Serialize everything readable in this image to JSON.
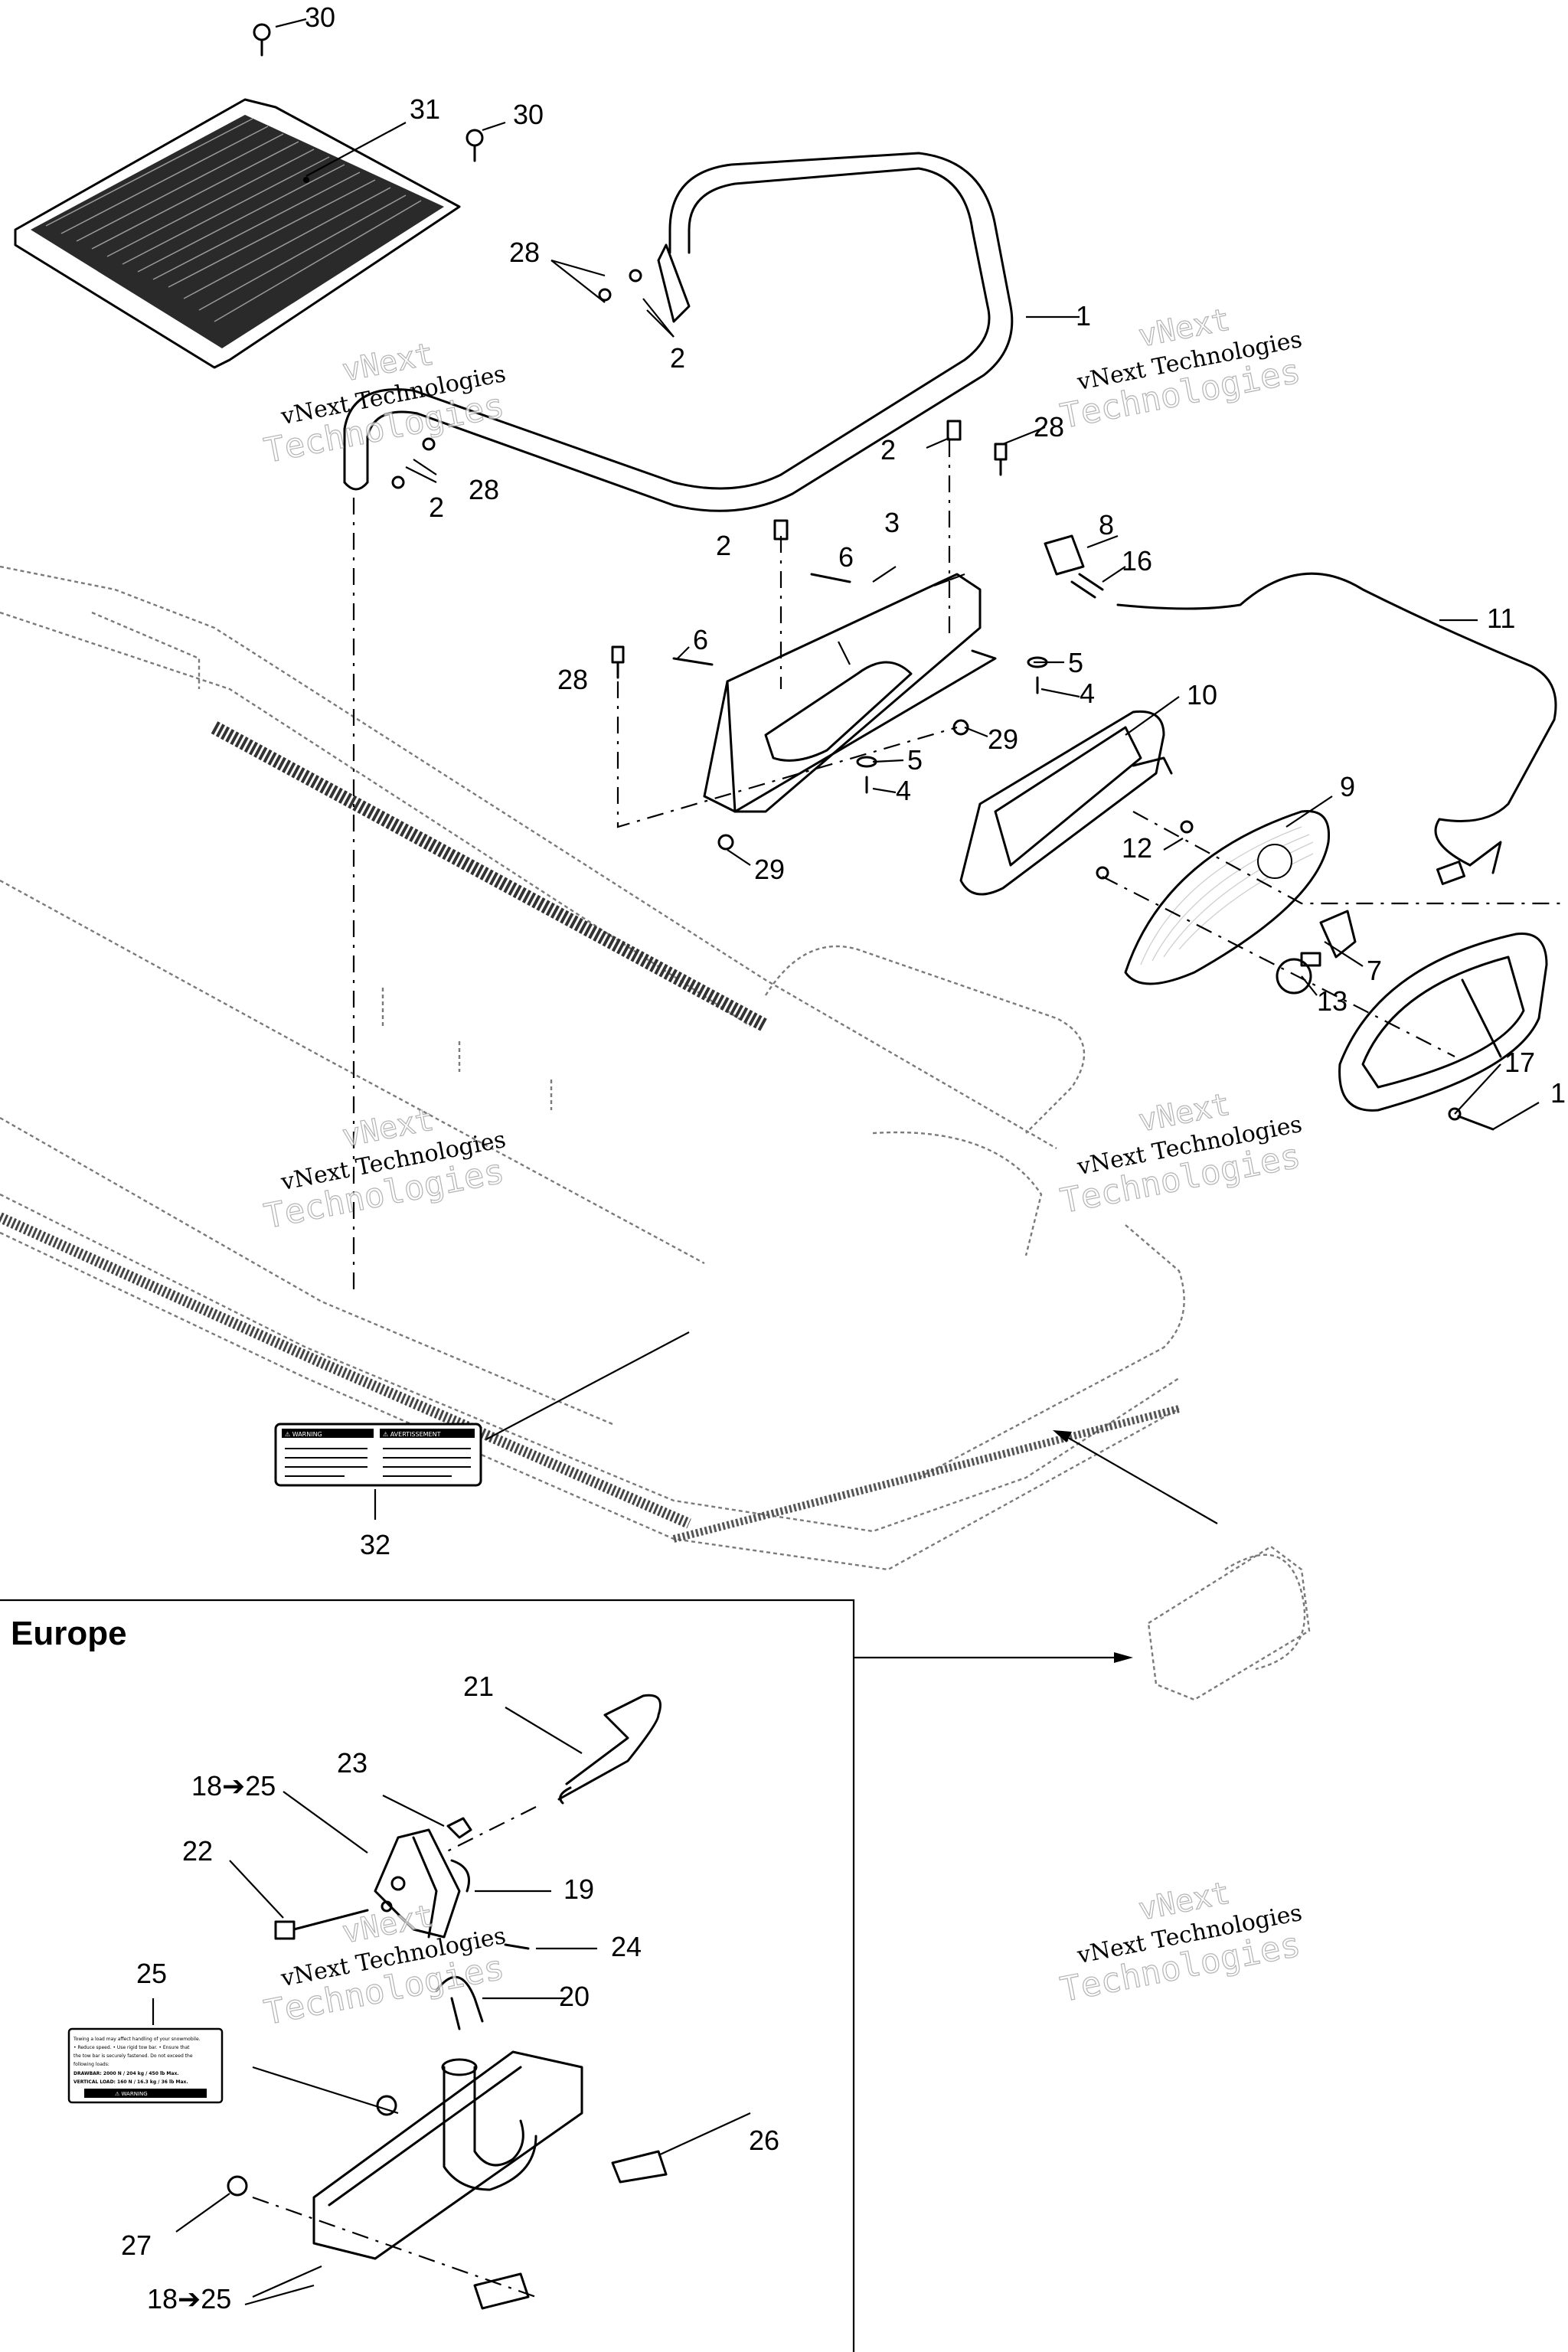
{
  "diagram": {
    "inset_title": "Europe",
    "watermark": {
      "line1": "vNext Technologies",
      "line2": "vNext",
      "line3": "Technologies"
    },
    "callouts": {
      "c1": "1",
      "c2": "2",
      "c3": "3",
      "c4": "4",
      "c5": "5",
      "c6": "6",
      "c7": "7",
      "c8": "8",
      "c9": "9",
      "c10": "10",
      "c11": "11",
      "c12": "12",
      "c13": "13",
      "c16": "16",
      "c17": "17",
      "c19": "19",
      "c20": "20",
      "c21": "21",
      "c22": "22",
      "c23": "23",
      "c24": "24",
      "c25": "25",
      "c26": "26",
      "c27": "27",
      "c28": "28",
      "c29": "29",
      "c30": "30",
      "c31": "31",
      "c32": "32",
      "c18to25": "18➔25"
    },
    "labels": {
      "warning_header_left": "⚠ WARNING",
      "warning_header_right": "⚠ AVERTISSEMENT",
      "label25_line1": "Towing a load may affect handling of your snowmobile.",
      "label25_line2": "• Reduce speed. • Use rigid tow bar. • Ensure that",
      "label25_line3": "the tow bar is securely fastened. Do not exceed the",
      "label25_line4": "following loads:",
      "label25_line5": "DRAWBAR: 2000 N / 204 kg / 450 lb Max.",
      "label25_line6": "VERTICAL LOAD: 160 N / 16.3 kg / 36 lb Max.",
      "label25_footer": "⚠ WARNING"
    }
  }
}
